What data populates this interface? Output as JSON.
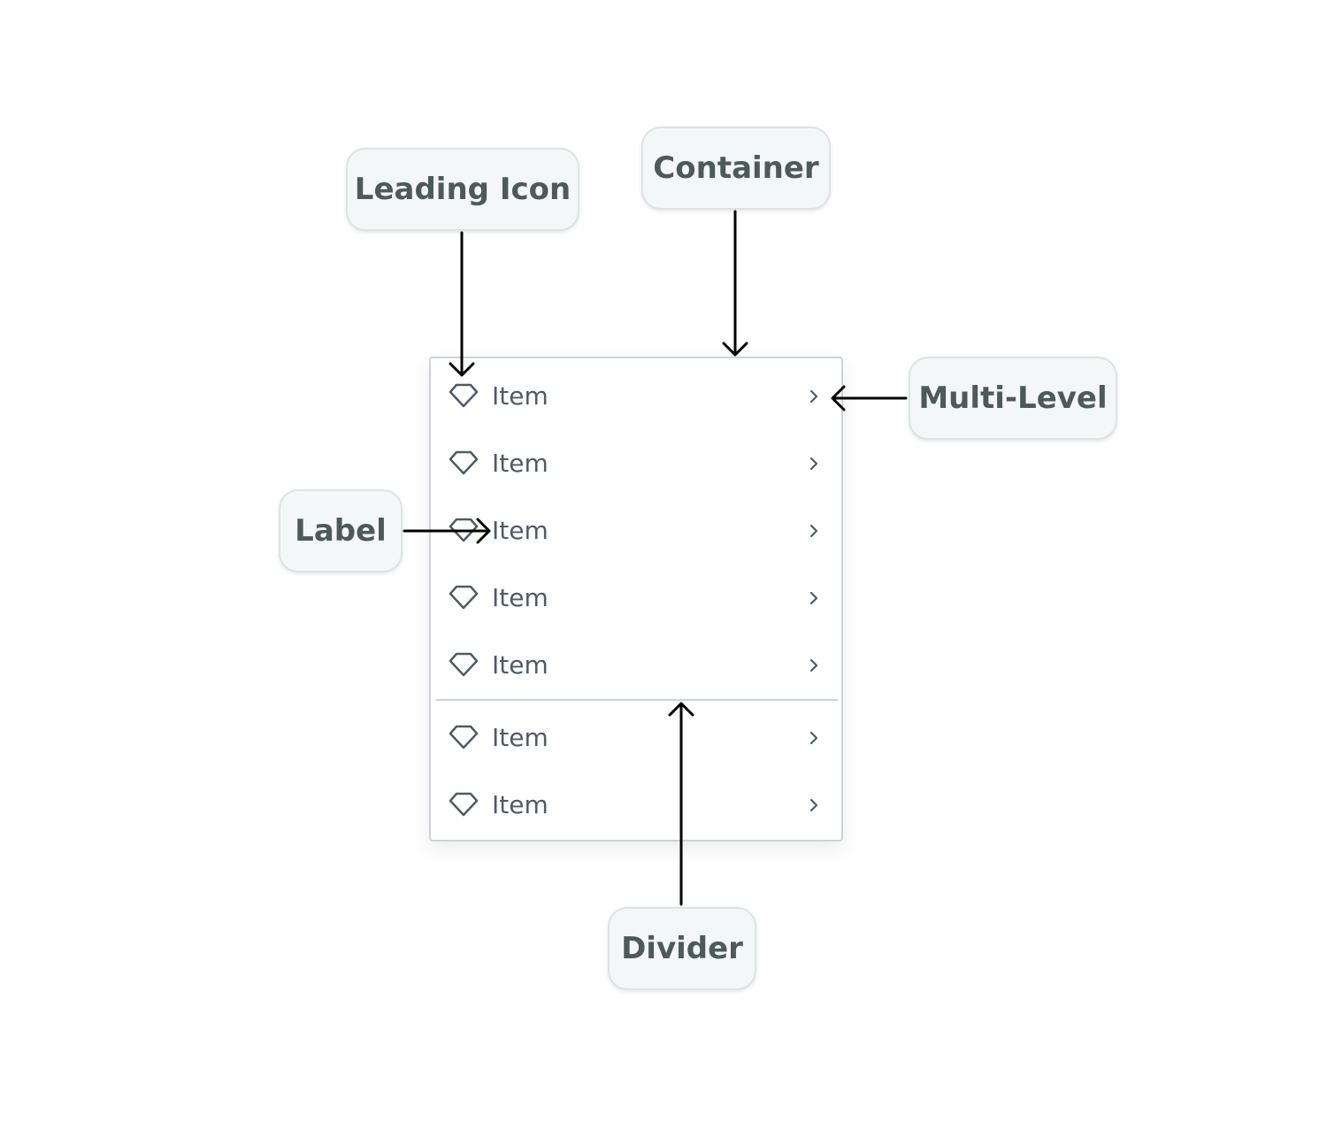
{
  "callouts": {
    "leading_icon": "Leading Icon",
    "container": "Container",
    "multi_level": "Multi-Level",
    "label": "Label",
    "divider": "Divider"
  },
  "menu": {
    "items": [
      {
        "label": "Item",
        "icon": "diamond-icon",
        "has_submenu": true
      },
      {
        "label": "Item",
        "icon": "diamond-icon",
        "has_submenu": true
      },
      {
        "label": "Item",
        "icon": "diamond-icon",
        "has_submenu": true
      },
      {
        "label": "Item",
        "icon": "diamond-icon",
        "has_submenu": true
      },
      {
        "label": "Item",
        "icon": "diamond-icon",
        "has_submenu": true
      },
      {
        "label": "Item",
        "icon": "diamond-icon",
        "has_submenu": true
      },
      {
        "label": "Item",
        "icon": "diamond-icon",
        "has_submenu": true
      }
    ],
    "divider_after_item": 5
  },
  "colors": {
    "callout_bg": "#f4f7f7",
    "callout_text": "#4d5a5a",
    "menu_border": "#ccd3d8",
    "item_text": "#4f5b66",
    "arrow": "#000000"
  }
}
